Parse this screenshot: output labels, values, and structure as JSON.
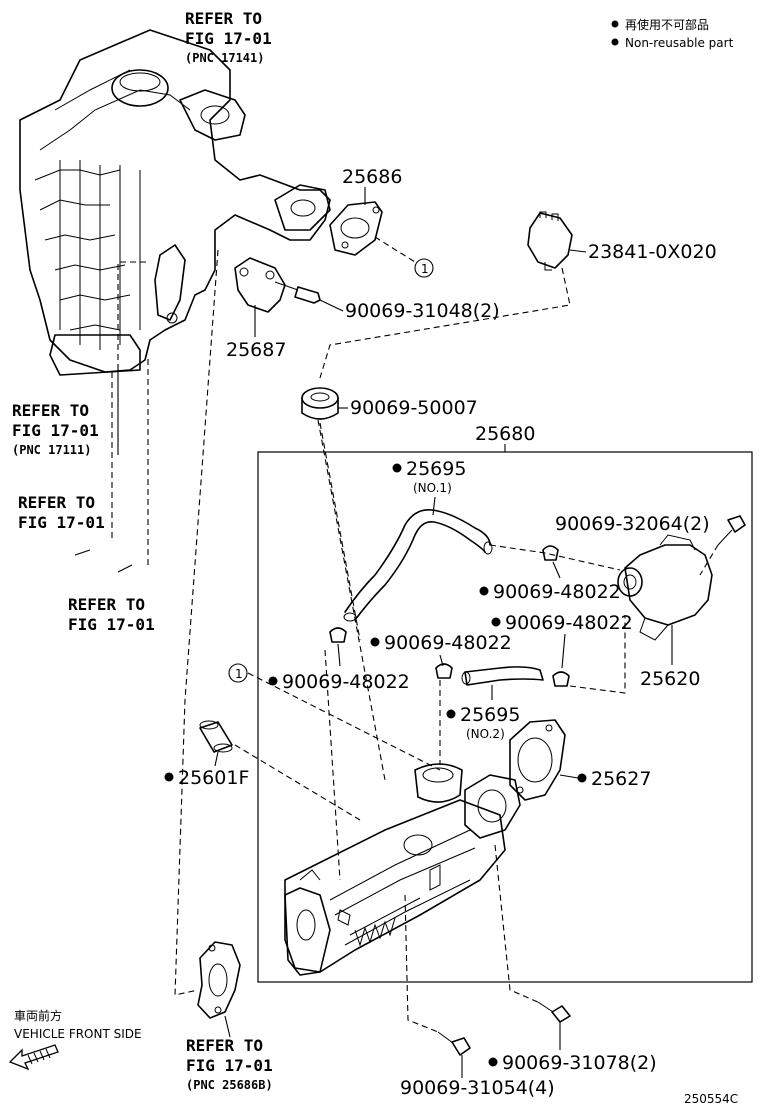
{
  "legend": {
    "jp": "再使用不可部品",
    "en": "Non-reusable part"
  },
  "references": {
    "top_line1": "REFER TO",
    "top_line2": "FIG 17-01",
    "top_line3": "(PNC 17141)",
    "left1_line1": "REFER TO",
    "left1_line2": "FIG 17-01",
    "left1_line3": "(PNC 17111)",
    "left2_line1": "REFER TO",
    "left2_line2": "FIG 17-01",
    "left3_line1": "REFER TO",
    "left3_line2": "FIG 17-01",
    "bottom_line1": "REFER TO",
    "bottom_line2": "FIG 17-01",
    "bottom_line3": "(PNC 25686B)"
  },
  "parts": {
    "p25686": "25686",
    "p23841": "23841-0X020",
    "p90069_31048": "90069-31048(2)",
    "p25687": "25687",
    "p90069_50007": "90069-50007",
    "p25680": "25680",
    "p25695_no1": "25695",
    "p25695_no1_sub": "(NO.1)",
    "p90069_32064": "90069-32064(2)",
    "p90069_48022_a": "90069-48022",
    "p90069_48022_b": "90069-48022",
    "p90069_48022_c": "90069-48022",
    "p90069_48022_d": "90069-48022",
    "p25620": "25620",
    "p25695_no2": "25695",
    "p25695_no2_sub": "(NO.2)",
    "p25601F": "25601F",
    "p25627": "25627",
    "p90069_31078": "90069-31078(2)",
    "p90069_31054": "90069-31054(4)"
  },
  "callout_1": "1",
  "direction": {
    "jp": "車両前方",
    "en": "VEHICLE FRONT SIDE"
  },
  "diagram_code": "250554C"
}
